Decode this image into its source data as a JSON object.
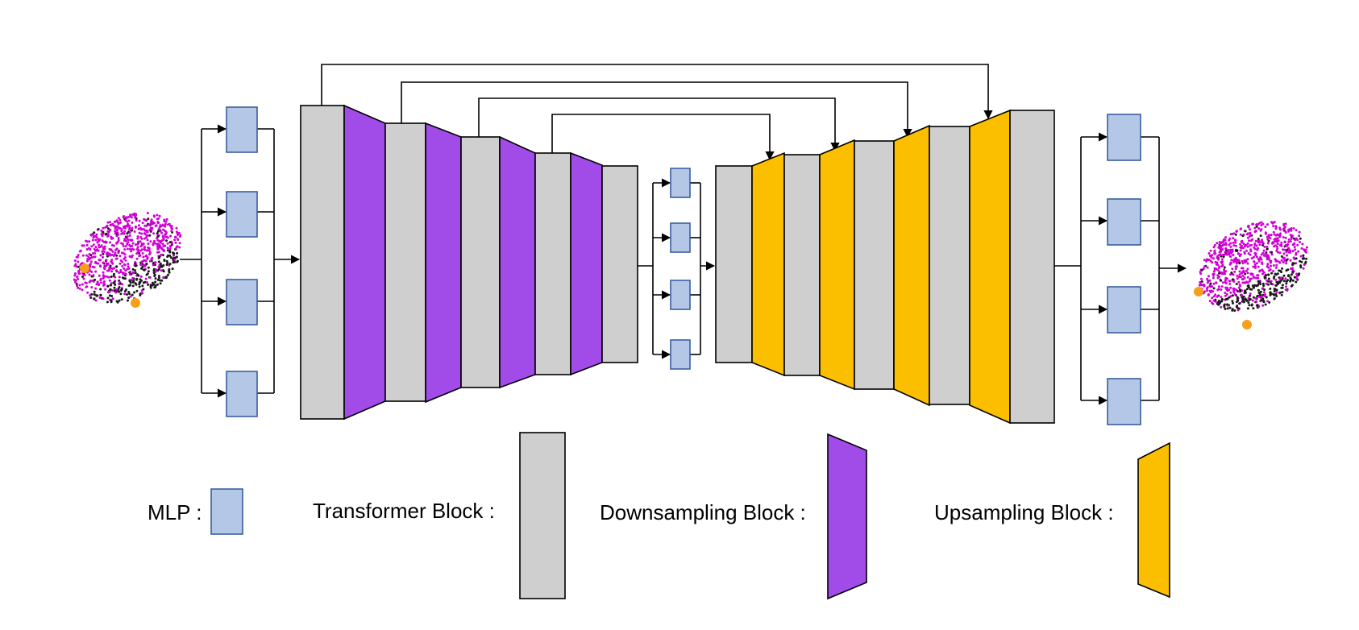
{
  "colors": {
    "transformer": "#d0cfd0",
    "downsampling": "#a14be8",
    "upsampling": "#fbbf00",
    "mlp_fill": "#b4c7e7",
    "mlp_stroke": "#3a5e9e",
    "point_magenta": "#d200d6",
    "point_dark": "#1a1a1a",
    "point_orange": "#f6a01a",
    "line": "#000000"
  },
  "legend": {
    "mlp": "MLP :",
    "transformer": "Transformer Block :",
    "downsampling": "Downsampling Block :",
    "upsampling": "Upsampling Block :"
  },
  "icons": {
    "input": "point-cloud-icon",
    "output": "point-cloud-icon"
  }
}
